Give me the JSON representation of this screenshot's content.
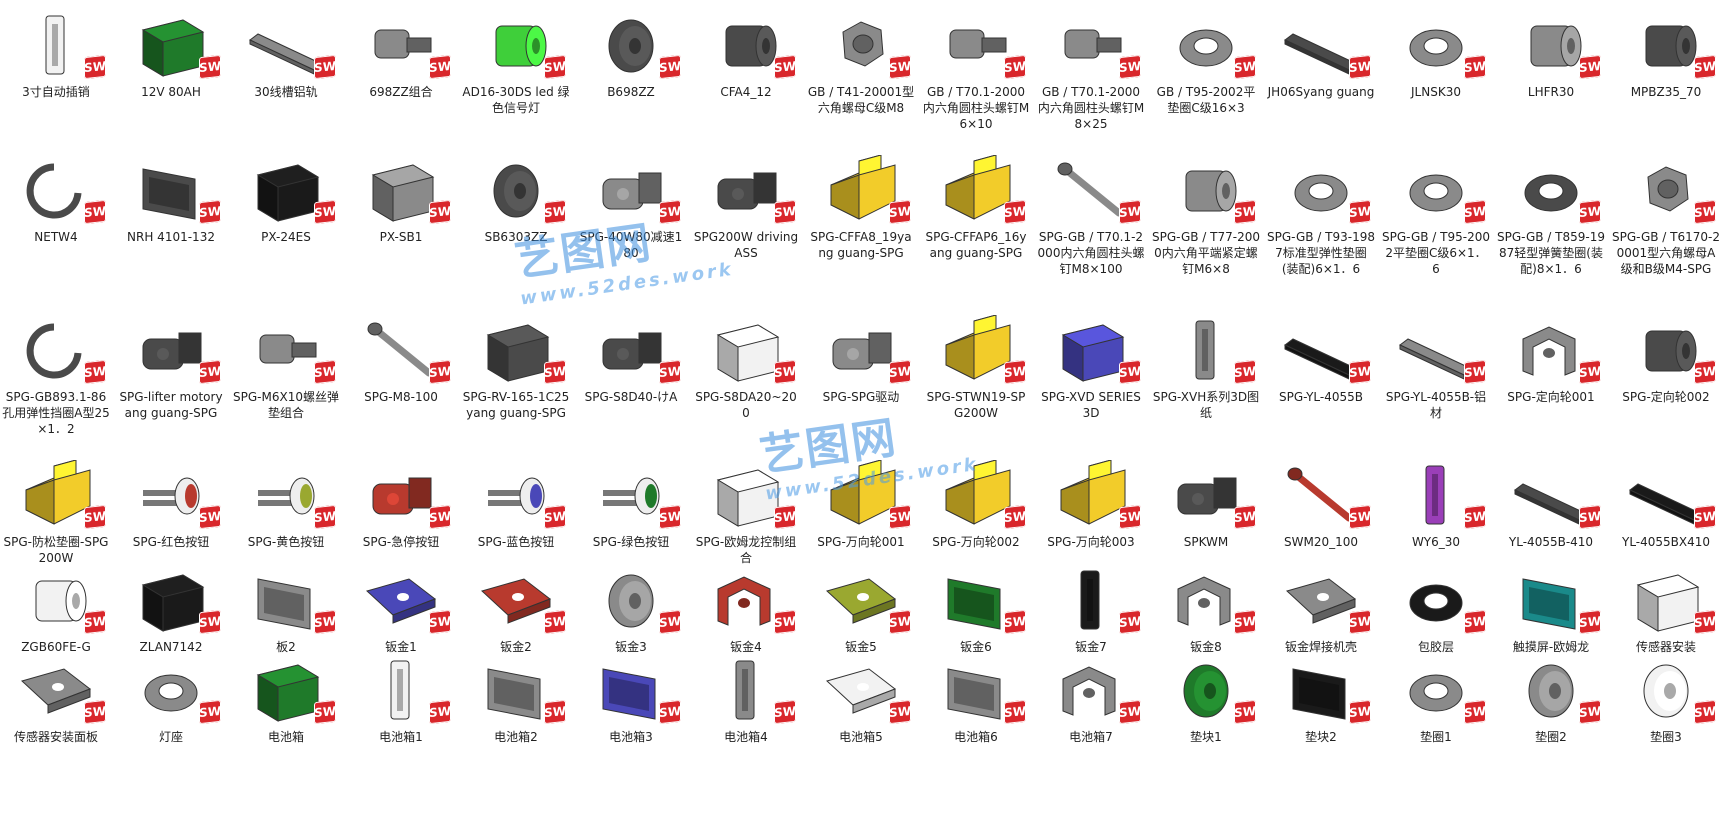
{
  "badge_label": "SW",
  "watermark": {
    "logo_text": "艺图网",
    "url": "www.52des.work"
  },
  "shape_colors": {
    "gray": "#8a8a8a",
    "dark": "#4a4a4a",
    "yellow": "#f2cc2a",
    "green": "#3fcf3a",
    "red": "#b83a2e",
    "blue": "#4a48b8",
    "purple": "#9a3fb8",
    "olive": "#9aa830",
    "darkgreen": "#1f7a2a",
    "white": "#f2f2f2",
    "black": "#1a1a1a",
    "teal": "#1a8a8a"
  },
  "rows": [
    [
      {
        "label": "3寸自动插销",
        "icon": "latch-pin-icon",
        "shape": "vbar",
        "color": "white"
      },
      {
        "label": "12V 80AH",
        "icon": "battery-icon",
        "shape": "box",
        "color": "darkgreen"
      },
      {
        "label": "30线槽铝轨",
        "icon": "aluminum-rail-icon",
        "shape": "rail",
        "color": "gray"
      },
      {
        "label": "698ZZ组合",
        "icon": "bearing-assembly-icon",
        "shape": "shaft",
        "color": "gray"
      },
      {
        "label": "AD16-30DS led 绿色信号灯",
        "icon": "signal-light-icon",
        "shape": "cyl",
        "color": "green"
      },
      {
        "label": "B698ZZ",
        "icon": "bearing-icon",
        "shape": "disc",
        "color": "dark"
      },
      {
        "label": "CFA4_12",
        "icon": "foot-icon",
        "shape": "cyl",
        "color": "dark"
      },
      {
        "label": "GB / T41-20001型六角螺母C级M8",
        "icon": "hex-nut-icon",
        "shape": "hex",
        "color": "gray"
      },
      {
        "label": "GB / T70.1-2000内六角圆柱头螺钉M6×10",
        "icon": "socket-screw-icon",
        "shape": "shaft",
        "color": "gray"
      },
      {
        "label": "GB / T70.1-2000内六角圆柱头螺钉M8×25",
        "icon": "socket-screw-icon",
        "shape": "shaft",
        "color": "gray"
      },
      {
        "label": "GB / T95-2002平垫圈C级16×3",
        "icon": "washer-icon",
        "shape": "ring",
        "color": "gray"
      },
      {
        "label": "JH06Syang guang",
        "icon": "bracket-icon",
        "shape": "rail",
        "color": "dark"
      },
      {
        "label": "JLNSK30",
        "icon": "lock-nut-icon",
        "shape": "ring",
        "color": "gray"
      },
      {
        "label": "LHFR30",
        "icon": "flange-bearing-icon",
        "shape": "cyl",
        "color": "gray"
      },
      {
        "label": "MPBZ35_70",
        "icon": "tube-icon",
        "shape": "cyl",
        "color": "dark"
      }
    ],
    [
      {
        "label": "NETW4",
        "icon": "circlip-icon",
        "shape": "clip",
        "color": "dark"
      },
      {
        "label": "NRH 4101-132",
        "icon": "panel-icon",
        "shape": "panel",
        "color": "dark"
      },
      {
        "label": "PX-24ES",
        "icon": "sensor-icon",
        "shape": "box",
        "color": "black"
      },
      {
        "label": "PX-SB1",
        "icon": "sensor-bracket-icon",
        "shape": "box",
        "color": "gray"
      },
      {
        "label": "SB6303ZZ",
        "icon": "bearing-icon",
        "shape": "disc",
        "color": "dark"
      },
      {
        "label": "SPG-40W80减速180",
        "icon": "gear-motor-icon",
        "shape": "motor",
        "color": "gray"
      },
      {
        "label": "SPG200W driving ASS",
        "icon": "drive-assembly-icon",
        "shape": "motor",
        "color": "dark"
      },
      {
        "label": "SPG-CFFA8_19yang guang-SPG",
        "icon": "placeholder-part-icon",
        "shape": "tblock",
        "color": "yellow"
      },
      {
        "label": "SPG-CFFAP6_16yang guang-SPG",
        "icon": "placeholder-part-icon",
        "shape": "tblock",
        "color": "yellow"
      },
      {
        "label": "SPG-GB / T70.1-2000内六角圆柱头螺钉M8×100",
        "icon": "long-screw-icon",
        "shape": "rod",
        "color": "gray"
      },
      {
        "label": "SPG-GB / T77-2000内六角平端紧定螺钉M6×8",
        "icon": "set-screw-icon",
        "shape": "cyl",
        "color": "gray"
      },
      {
        "label": "SPG-GB / T93-1987标准型弹性垫圈(装配)6×1．6",
        "icon": "spring-washer-icon",
        "shape": "ring",
        "color": "gray"
      },
      {
        "label": "SPG-GB / T95-2002平垫圈C级6×1．6",
        "icon": "washer-icon",
        "shape": "ring",
        "color": "gray"
      },
      {
        "label": "SPG-GB / T859-1987轻型弹簧垫圈(装配)8×1．6",
        "icon": "spring-washer-icon",
        "shape": "ring",
        "color": "dark"
      },
      {
        "label": "SPG-GB / T6170-20001型六角螺母A级和B级M4-SPG",
        "icon": "hex-nut-icon",
        "shape": "hex",
        "color": "gray"
      }
    ],
    [
      {
        "label": "SPG-GB893.1-86孔用弹性挡圈A型25×1．2",
        "icon": "circlip-icon",
        "shape": "clip",
        "color": "dark"
      },
      {
        "label": "SPG-lifter motoryang guang-SPG",
        "icon": "motor-icon",
        "shape": "motor",
        "color": "dark"
      },
      {
        "label": "SPG-M6X10螺丝弹垫组合",
        "icon": "screw-washer-icon",
        "shape": "shaft",
        "color": "gray"
      },
      {
        "label": "SPG-M8-100",
        "icon": "bolt-icon",
        "shape": "rod",
        "color": "gray"
      },
      {
        "label": "SPG-RV-165-1C25yang guang-SPG",
        "icon": "switch-icon",
        "shape": "box",
        "color": "dark"
      },
      {
        "label": "SPG-S8D40-けA",
        "icon": "motor-icon",
        "shape": "motor",
        "color": "dark"
      },
      {
        "label": "SPG-S8DA20~200",
        "icon": "gearbox-icon",
        "shape": "box",
        "color": "white"
      },
      {
        "label": "SPG-SPG驱动",
        "icon": "driver-icon",
        "shape": "motor",
        "color": "gray"
      },
      {
        "label": "SPG-STWN19-SPG200W",
        "icon": "placeholder-part-icon",
        "shape": "tblock",
        "color": "yellow"
      },
      {
        "label": "SPG-XVD SERIES 3D",
        "icon": "controller-icon",
        "shape": "box",
        "color": "blue"
      },
      {
        "label": "SPG-XVH系列3D图纸",
        "icon": "sensor-icon",
        "shape": "vbar",
        "color": "gray"
      },
      {
        "label": "SPG-YL-4055B",
        "icon": "profile-icon",
        "shape": "rail",
        "color": "black"
      },
      {
        "label": "SPG-YL-4055B-铝材",
        "icon": "profile-icon",
        "shape": "rail",
        "color": "gray"
      },
      {
        "label": "SPG-定向轮001",
        "icon": "caster-icon",
        "shape": "bracket",
        "color": "gray"
      },
      {
        "label": "SPG-定向轮002",
        "icon": "caster-wheel-icon",
        "shape": "cyl",
        "color": "dark"
      }
    ],
    [
      {
        "label": "SPG-防松垫圈-SPG200W",
        "icon": "placeholder-part-icon",
        "shape": "tblock",
        "color": "yellow"
      },
      {
        "label": "SPG-红色按钮",
        "icon": "button-red-icon",
        "shape": "button",
        "color": "red"
      },
      {
        "label": "SPG-黄色按钮",
        "icon": "button-yellow-icon",
        "shape": "button",
        "color": "olive"
      },
      {
        "label": "SPG-急停按钮",
        "icon": "emergency-stop-icon",
        "shape": "motor",
        "color": "red"
      },
      {
        "label": "SPG-蓝色按钮",
        "icon": "button-blue-icon",
        "shape": "button",
        "color": "blue"
      },
      {
        "label": "SPG-绿色按钮",
        "icon": "button-green-icon",
        "shape": "button",
        "color": "darkgreen"
      },
      {
        "label": "SPG-欧姆龙控制组合",
        "icon": "controller-assembly-icon",
        "shape": "box",
        "color": "white"
      },
      {
        "label": "SPG-万向轮001",
        "icon": "placeholder-part-icon",
        "shape": "tblock",
        "color": "yellow"
      },
      {
        "label": "SPG-万向轮002",
        "icon": "placeholder-part-icon",
        "shape": "tblock",
        "color": "yellow"
      },
      {
        "label": "SPG-万向轮003",
        "icon": "placeholder-part-icon",
        "shape": "tblock",
        "color": "yellow"
      },
      {
        "label": "SPKWM",
        "icon": "connector-icon",
        "shape": "motor",
        "color": "dark"
      },
      {
        "label": "SWM20_100",
        "icon": "spring-icon",
        "shape": "rod",
        "color": "red"
      },
      {
        "label": "WY6_30",
        "icon": "pin-icon",
        "shape": "vbar",
        "color": "purple"
      },
      {
        "label": "YL-4055B-410",
        "icon": "profile-icon",
        "shape": "rail",
        "color": "dark"
      },
      {
        "label": "YL-4055BX410",
        "icon": "profile-icon",
        "shape": "rail",
        "color": "black"
      }
    ],
    [
      {
        "label": "ZGB60FE-G",
        "icon": "gear-motor-icon",
        "shape": "cyl",
        "color": "white"
      },
      {
        "label": "ZLAN7142",
        "icon": "module-icon",
        "shape": "box",
        "color": "black"
      },
      {
        "label": "板2",
        "icon": "plate-icon",
        "shape": "panel",
        "color": "gray"
      },
      {
        "label": "钣金1",
        "icon": "sheet-metal-icon",
        "shape": "sheet",
        "color": "blue"
      },
      {
        "label": "钣金2",
        "icon": "sheet-metal-icon",
        "shape": "sheet",
        "color": "red"
      },
      {
        "label": "钣金3",
        "icon": "sheet-metal-disc-icon",
        "shape": "disc",
        "color": "gray"
      },
      {
        "label": "钣金4",
        "icon": "sheet-metal-icon",
        "shape": "bracket",
        "color": "red"
      },
      {
        "label": "钣金5",
        "icon": "sheet-metal-icon",
        "shape": "sheet",
        "color": "olive"
      },
      {
        "label": "钣金6",
        "icon": "sheet-metal-icon",
        "shape": "panel",
        "color": "darkgreen"
      },
      {
        "label": "钣金7",
        "icon": "sheet-metal-icon",
        "shape": "vbar",
        "color": "black"
      },
      {
        "label": "钣金8",
        "icon": "sheet-metal-icon",
        "shape": "bracket",
        "color": "gray"
      },
      {
        "label": "钣金焊接机壳",
        "icon": "welded-housing-icon",
        "shape": "sheet",
        "color": "gray"
      },
      {
        "label": "包胶层",
        "icon": "rubber-ring-icon",
        "shape": "ring",
        "color": "black"
      },
      {
        "label": "触摸屏-欧姆龙",
        "icon": "touchscreen-icon",
        "shape": "panel",
        "color": "teal"
      },
      {
        "label": "传感器安装",
        "icon": "sensor-mount-icon",
        "shape": "box",
        "color": "white"
      }
    ],
    [
      {
        "label": "传感器安装面板",
        "icon": "mount-panel-icon",
        "shape": "sheet",
        "color": "gray"
      },
      {
        "label": "灯座",
        "icon": "lamp-holder-icon",
        "shape": "ring",
        "color": "gray"
      },
      {
        "label": "电池箱",
        "icon": "battery-box-icon",
        "shape": "box",
        "color": "darkgreen"
      },
      {
        "label": "电池箱1",
        "icon": "battery-box-icon",
        "shape": "vbar",
        "color": "white"
      },
      {
        "label": "电池箱2",
        "icon": "battery-box-icon",
        "shape": "panel",
        "color": "gray"
      },
      {
        "label": "电池箱3",
        "icon": "battery-box-icon",
        "shape": "panel",
        "color": "blue"
      },
      {
        "label": "电池箱4",
        "icon": "battery-box-icon",
        "shape": "vbar",
        "color": "gray"
      },
      {
        "label": "电池箱5",
        "icon": "battery-box-icon",
        "shape": "sheet",
        "color": "white"
      },
      {
        "label": "电池箱6",
        "icon": "battery-box-icon",
        "shape": "panel",
        "color": "gray"
      },
      {
        "label": "电池箱7",
        "icon": "battery-frame-icon",
        "shape": "bracket",
        "color": "gray"
      },
      {
        "label": "垫块1",
        "icon": "spacer-icon",
        "shape": "disc",
        "color": "darkgreen"
      },
      {
        "label": "垫块2",
        "icon": "spacer-icon",
        "shape": "panel",
        "color": "black"
      },
      {
        "label": "垫圈1",
        "icon": "washer-icon",
        "shape": "ring",
        "color": "gray"
      },
      {
        "label": "垫圈2",
        "icon": "washer-icon",
        "shape": "disc",
        "color": "gray"
      },
      {
        "label": "垫圈3",
        "icon": "washer-icon",
        "shape": "disc",
        "color": "white"
      }
    ]
  ]
}
